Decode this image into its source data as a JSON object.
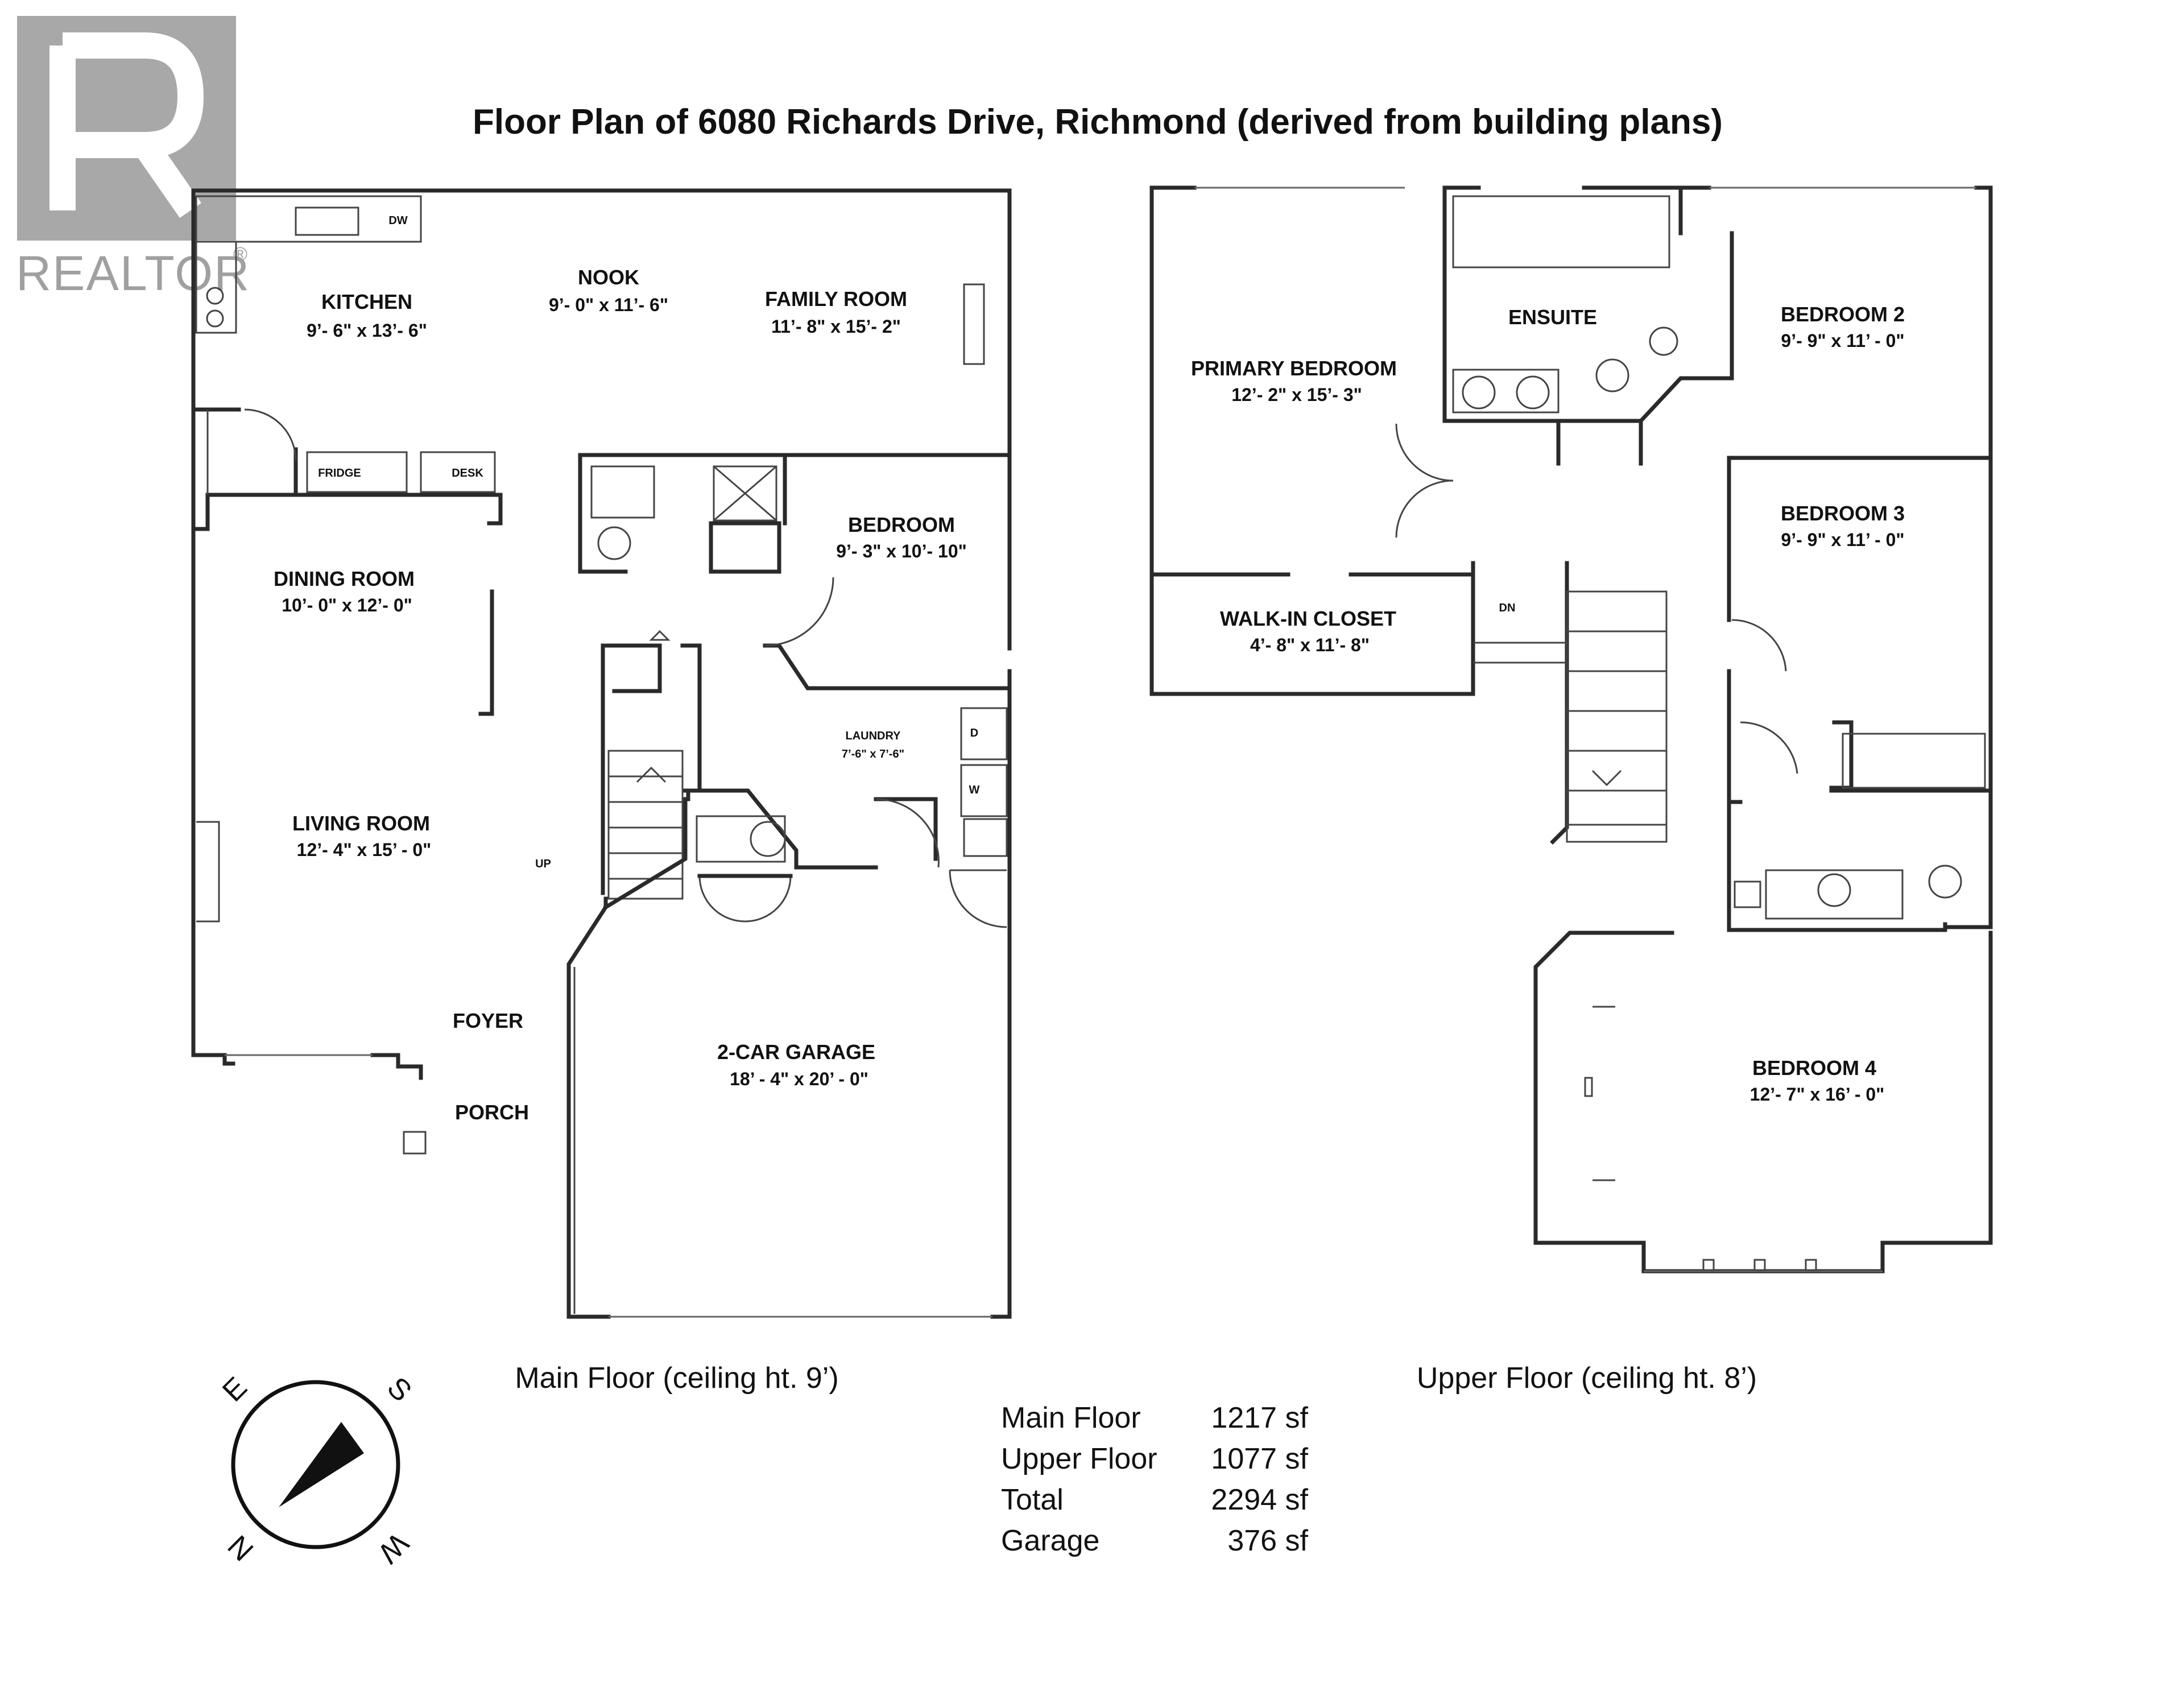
{
  "title": "Floor Plan of 6080 Richards Drive, Richmond (derived from building plans)",
  "logo": {
    "text": "REALTOR",
    "mark": "®",
    "icon": "realtor-r-logo"
  },
  "main_floor": {
    "caption": "Main Floor (ceiling ht. 9’)",
    "rooms": {
      "kitchen": {
        "name": "KITCHEN",
        "dim": "9’- 6\" x 13’- 6\""
      },
      "nook": {
        "name": "NOOK",
        "dim": "9’- 0\" x 11’- 6\""
      },
      "family": {
        "name": "FAMILY ROOM",
        "dim": "11’- 8\" x 15’- 2\""
      },
      "bedroom": {
        "name": "BEDROOM",
        "dim": "9’- 3\" x 10’- 10\""
      },
      "dining": {
        "name": "DINING ROOM",
        "dim": "10’- 0\" x 12’- 0\""
      },
      "living": {
        "name": "LIVING ROOM",
        "dim": "12’- 4\" x 15’ - 0\""
      },
      "laundry": {
        "name": "LAUNDRY",
        "dim": "7’-6\" x 7’-6\""
      },
      "garage": {
        "name": "2-CAR GARAGE",
        "dim": "18’ - 4\" x 20’ - 0\""
      }
    },
    "labels": {
      "foyer": "FOYER",
      "porch": "PORCH",
      "up": "UP",
      "dw": "DW",
      "fridge": "FRIDGE",
      "desk": "DESK",
      "dryer": "D",
      "washer": "W"
    }
  },
  "upper_floor": {
    "caption": "Upper Floor (ceiling ht. 8’)",
    "rooms": {
      "primary": {
        "name": "PRIMARY BEDROOM",
        "dim": "12’- 2\" x 15’- 3\""
      },
      "ensuite": {
        "name": "ENSUITE"
      },
      "bedroom2": {
        "name": "BEDROOM 2",
        "dim": "9’- 9\" x 11’ - 0\""
      },
      "bedroom3": {
        "name": "BEDROOM 3",
        "dim": "9’- 9\" x 11’ - 0\""
      },
      "walkin": {
        "name": "WALK-IN CLOSET",
        "dim": "4’- 8\" x 11’- 8\""
      },
      "bedroom4": {
        "name": "BEDROOM 4",
        "dim": "12’- 7\" x 16’ - 0\""
      }
    },
    "labels": {
      "dn": "DN"
    }
  },
  "areas": [
    {
      "label": "Main Floor",
      "value": "1217 sf"
    },
    {
      "label": "Upper Floor",
      "value": "1077 sf"
    },
    {
      "label": "Total",
      "value": "2294 sf"
    },
    {
      "label": "Garage",
      "value": "376 sf"
    }
  ],
  "compass": {
    "icon": "compass-icon",
    "e": "E",
    "s": "S",
    "n": "N",
    "w": "W"
  }
}
